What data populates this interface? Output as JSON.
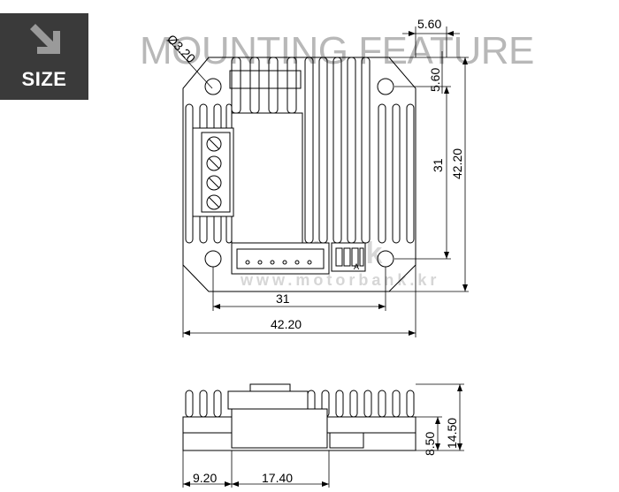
{
  "badge": {
    "label": "SIZE",
    "icon": "arrow-down-right-icon",
    "color": "#3a3a3a"
  },
  "heading": {
    "text": "MOUNTING FEATURE"
  },
  "watermark": {
    "brand": "motobank",
    "url": "www.motorbank.kr"
  },
  "dimensions": {
    "hole_diameter": "Ø3.20",
    "top_offset": "5.60",
    "right_offset": "5.60",
    "hole_pitch_vertical": "31",
    "overall_height": "42.20",
    "hole_pitch_horizontal": "31",
    "overall_width": "42.20",
    "body_height": "8.50",
    "total_height": "14.50",
    "side_offset": "9.20",
    "connector_length": "17.40"
  },
  "connector_mark": "A"
}
